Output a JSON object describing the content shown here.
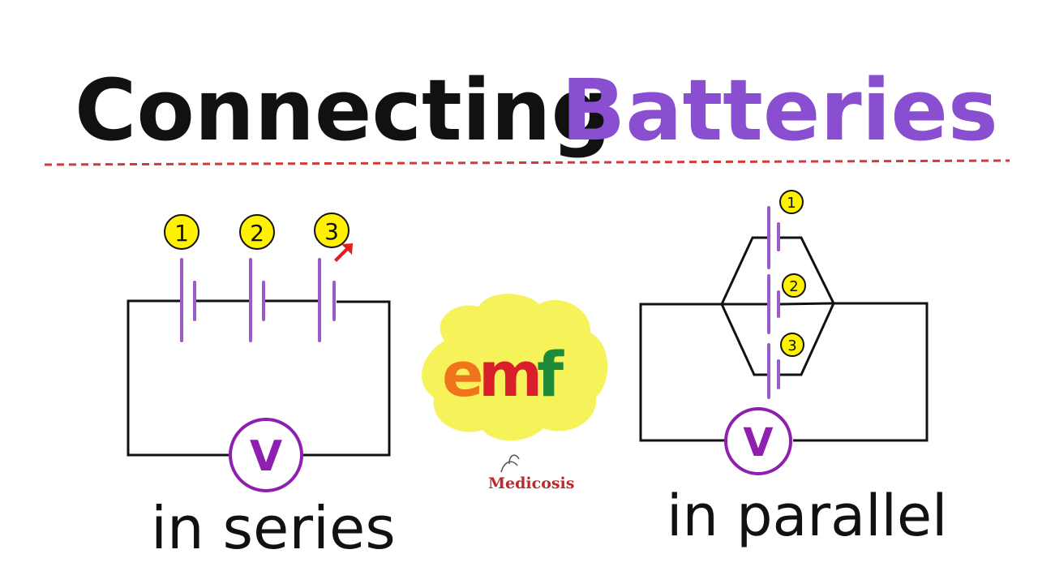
{
  "title": {
    "word1": "Connecting",
    "word2": "Batteries",
    "word2_color": "#8a4fd0"
  },
  "series": {
    "cells": [
      "1",
      "2",
      "3"
    ],
    "meter": "V",
    "caption": "in series"
  },
  "parallel": {
    "cells": [
      "1",
      "2",
      "3"
    ],
    "meter": "V",
    "caption": "in parallel"
  },
  "center": {
    "letters": [
      "e",
      "m",
      "f"
    ],
    "letter_colors": [
      "#f0741c",
      "#d81f2a",
      "#1f8a3a"
    ],
    "blob_color": "#f6f35a"
  },
  "logo": {
    "text": "Medicosis"
  },
  "colors": {
    "battery": "#9b59c9",
    "meter": "#8e1fb0",
    "badge": "#fff200",
    "divider": "#d33a3a",
    "wire": "#111111"
  }
}
